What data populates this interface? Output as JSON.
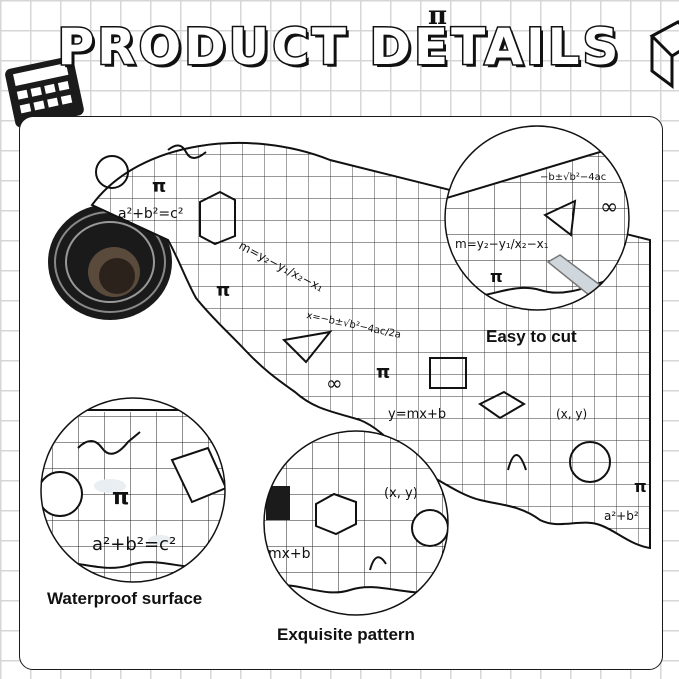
{
  "title": "PRODUCT DETAILS",
  "captions": {
    "cut": "Easy to cut",
    "waterproof": "Waterproof surface",
    "pattern": "Exquisite pattern"
  },
  "formulas": {
    "pythagoras": "a² + b² = c²",
    "pi": "π",
    "slope": "m = (y₂ − y₁)/(x₂ − x₁)",
    "quadratic": "x = (−b ± √(b² − 4ac))/2a",
    "line": "y = mx + b",
    "point": "(x, y)",
    "infinity": "∞"
  },
  "colors": {
    "ink": "#111111",
    "grid": "#d6d6d6",
    "paper": "#ffffff"
  }
}
